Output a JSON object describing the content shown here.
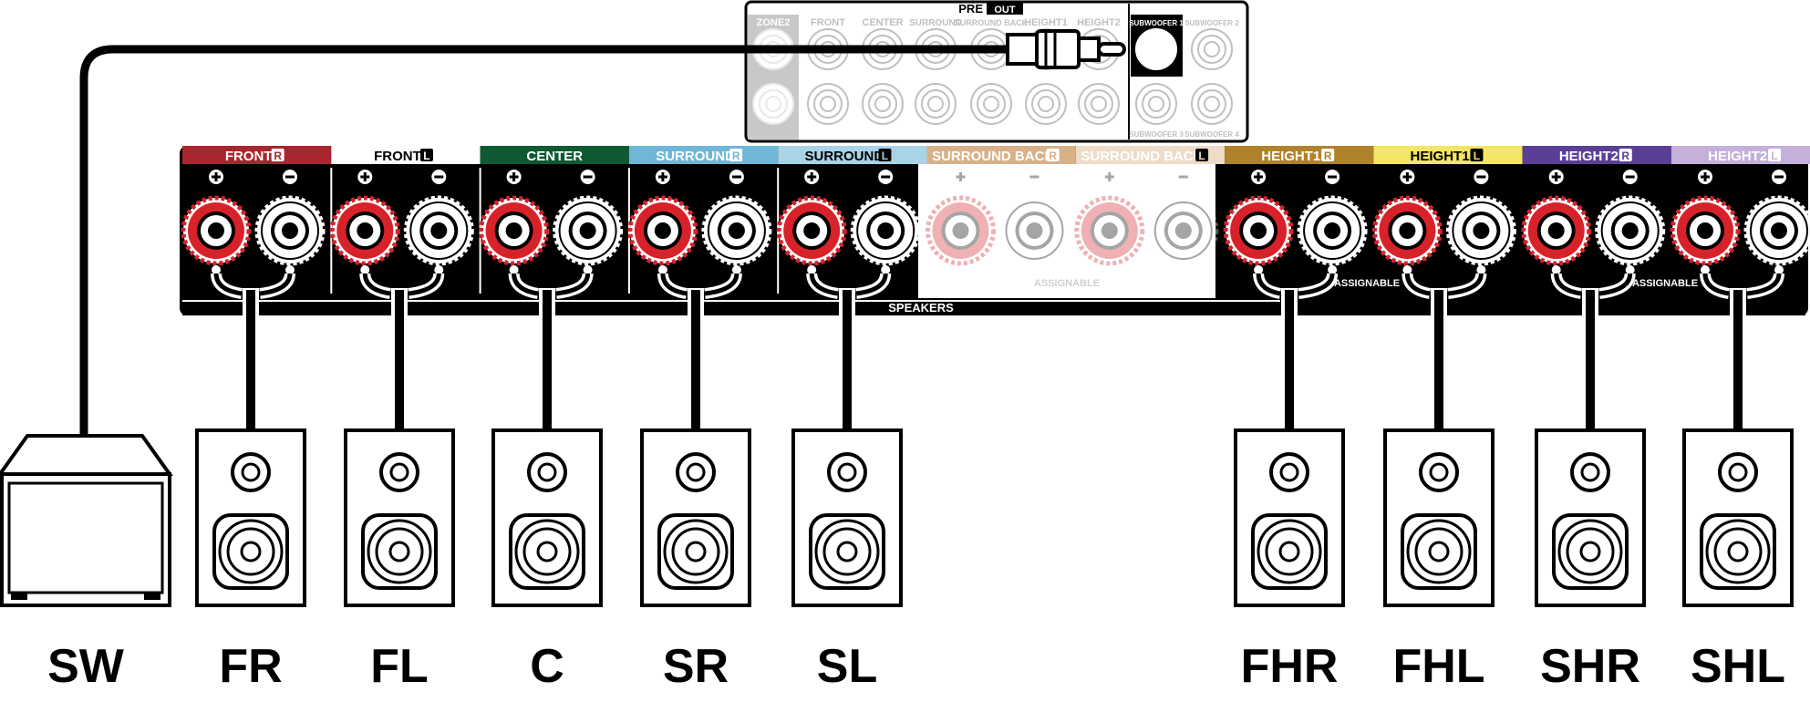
{
  "preout": {
    "title_pre": "PRE",
    "title_out": "OUT",
    "labels": [
      "ZONE2",
      "FRONT",
      "CENTER",
      "SURROUND",
      "SURROUND BACK",
      "HEIGHT1",
      "HEIGHT2"
    ],
    "sub_labels": [
      "SUBWOOFER 1",
      "SUBWOOFER 2",
      "SUBWOOFER 3",
      "SUBWOOFER 4"
    ]
  },
  "terminals": [
    {
      "label": "FRONT",
      "side": "R",
      "color": "#a8262d",
      "dim": false
    },
    {
      "label": "FRONT",
      "side": "L",
      "color": "#ffffff",
      "dim": false
    },
    {
      "label": "CENTER",
      "side": "",
      "color": "#0f5a32",
      "dim": false
    },
    {
      "label": "SURROUND",
      "side": "R",
      "color": "#6fb7d6",
      "dim": false
    },
    {
      "label": "SURROUND",
      "side": "L",
      "color": "#a9d3e6",
      "dim": false
    },
    {
      "label": "SURROUND BACK",
      "side": "R",
      "color": "#d9b188",
      "dim": true
    },
    {
      "label": "SURROUND BACK",
      "side": "L",
      "color": "#eddcc8",
      "dim": true
    },
    {
      "label": "HEIGHT1",
      "side": "R",
      "color": "#b0832a",
      "dim": false
    },
    {
      "label": "HEIGHT1",
      "side": "L",
      "color": "#f5e566",
      "dim": false
    },
    {
      "label": "HEIGHT2",
      "side": "R",
      "color": "#5b3f97",
      "dim": false
    },
    {
      "label": "HEIGHT2",
      "side": "L",
      "color": "#c5b0db",
      "dim": false
    }
  ],
  "panel": {
    "speakers_label": "SPEAKERS",
    "assignable": [
      "ASSIGNABLE",
      "ASSIGNABLE",
      "ASSIGNABLE"
    ]
  },
  "speakers": [
    "SW",
    "FR",
    "FL",
    "C",
    "SR",
    "SL",
    "FHR",
    "FHL",
    "SHR",
    "SHL"
  ],
  "colors": {
    "red_terminal": "#d7222a",
    "black": "#000000"
  }
}
